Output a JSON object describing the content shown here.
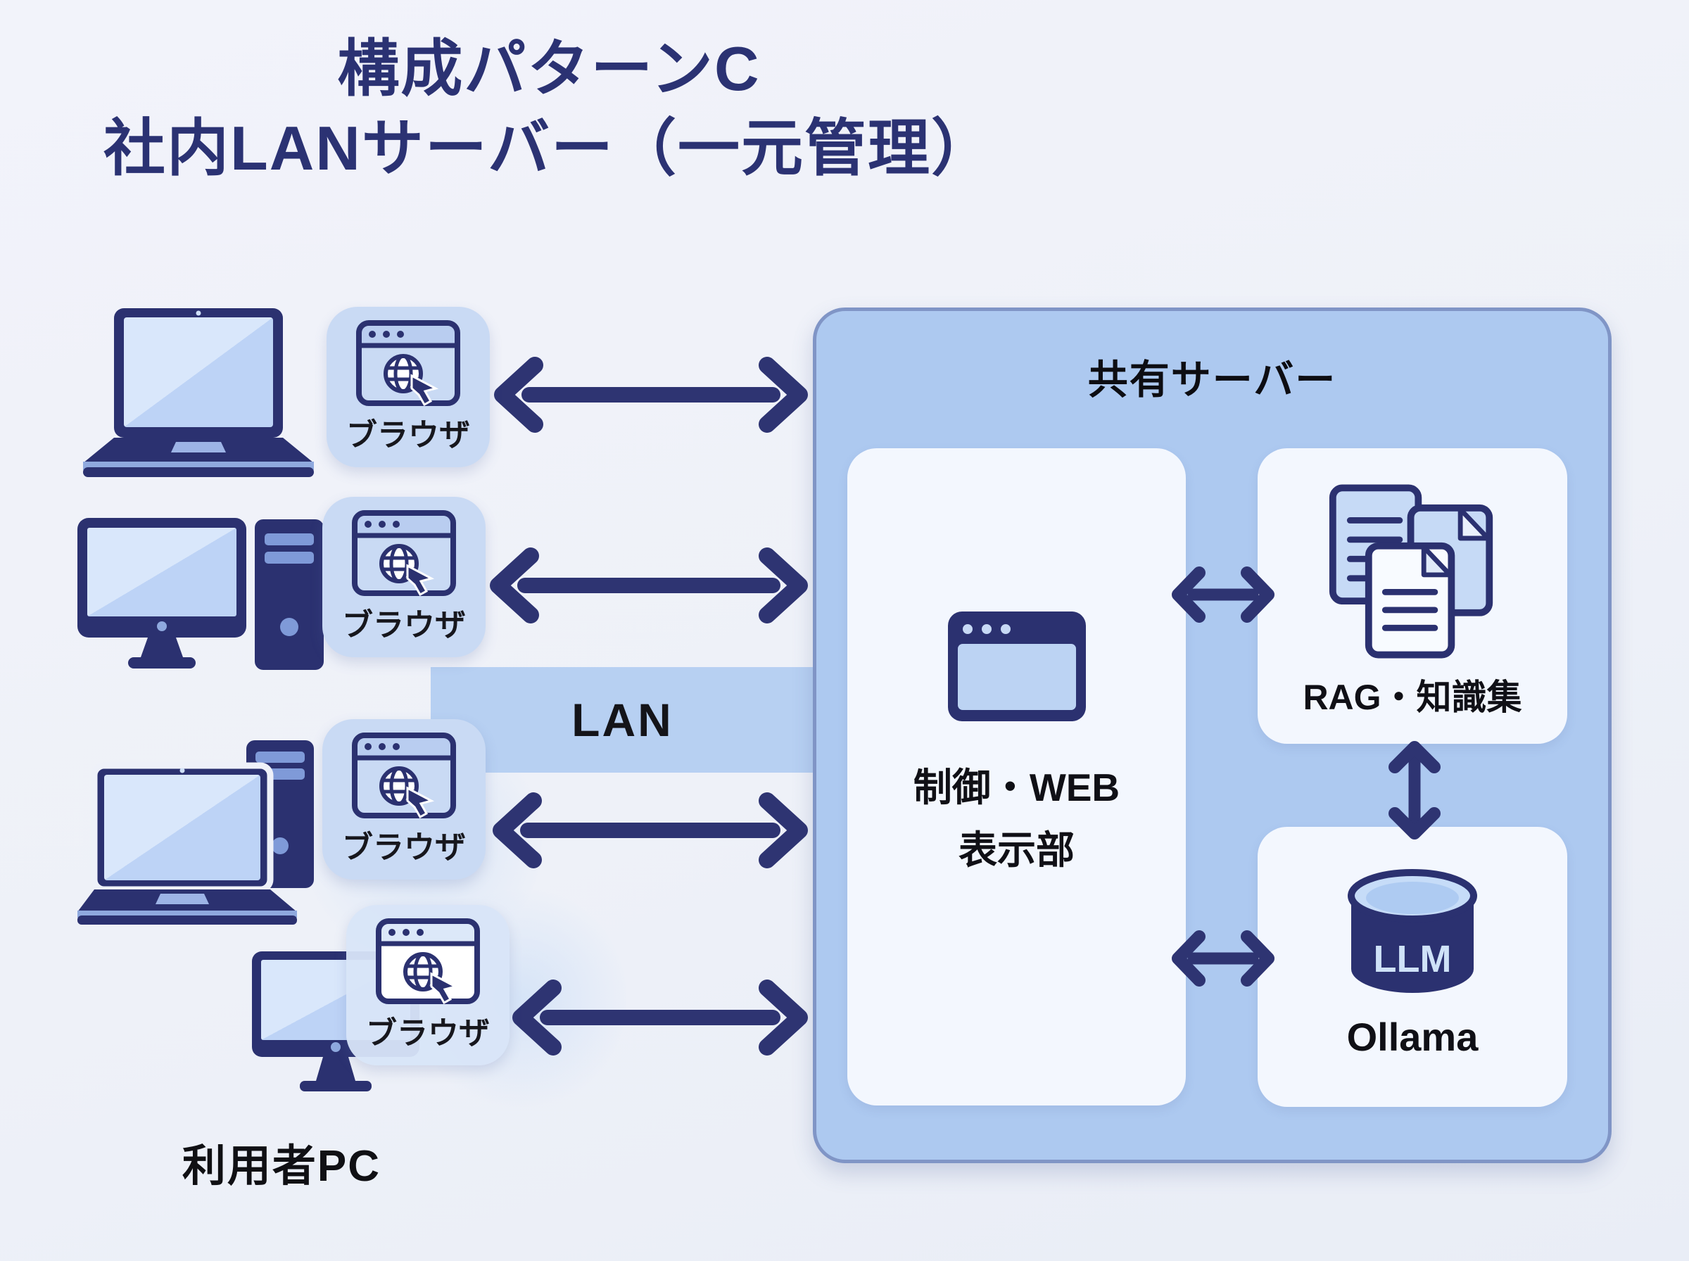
{
  "title": {
    "line1": "構成パターンC",
    "line2": "社内LANサーバー（一元管理）"
  },
  "network": {
    "lan_label": "LAN"
  },
  "clients": {
    "group_label": "利用者PC",
    "devices": [
      {
        "type": "laptop",
        "browser_label": "ブラウザ"
      },
      {
        "type": "desktop-tower",
        "browser_label": "ブラウザ"
      },
      {
        "type": "laptop-tower",
        "browser_label": "ブラウザ"
      },
      {
        "type": "monitor",
        "browser_label": "ブラウザ"
      }
    ]
  },
  "server": {
    "title": "共有サーバー",
    "control_web": {
      "label_line1": "制御・WEB",
      "label_line2": "表示部",
      "icon": "window-icon"
    },
    "rag": {
      "label": "RAG・知識集",
      "icon": "documents-icon"
    },
    "llm": {
      "cylinder_label": "LLM",
      "label": "Ollama",
      "icon": "database-icon"
    }
  },
  "connections": [
    {
      "from": "client-1-browser",
      "to": "shared-server",
      "type": "bidirectional"
    },
    {
      "from": "client-2-browser",
      "to": "shared-server",
      "type": "bidirectional"
    },
    {
      "from": "client-3-browser",
      "to": "shared-server",
      "type": "bidirectional"
    },
    {
      "from": "client-4-browser",
      "to": "shared-server",
      "type": "bidirectional"
    },
    {
      "from": "control-web",
      "to": "rag",
      "type": "bidirectional"
    },
    {
      "from": "control-web",
      "to": "llm",
      "type": "bidirectional"
    },
    {
      "from": "rag",
      "to": "llm",
      "type": "bidirectional"
    }
  ],
  "colors": {
    "navy": "#2b3170",
    "arrow": "#2e3472",
    "title_text": "#2b3273",
    "black_text": "#101014",
    "server_fill": "#adc9f0",
    "server_border": "#8095c6",
    "panel_fill": "#f3f7fe",
    "chip_fill": "#c9daf4",
    "lan_band": "#b7d0f2",
    "screen_blue": "#c7dbf6",
    "background": "#f0f2f9"
  }
}
